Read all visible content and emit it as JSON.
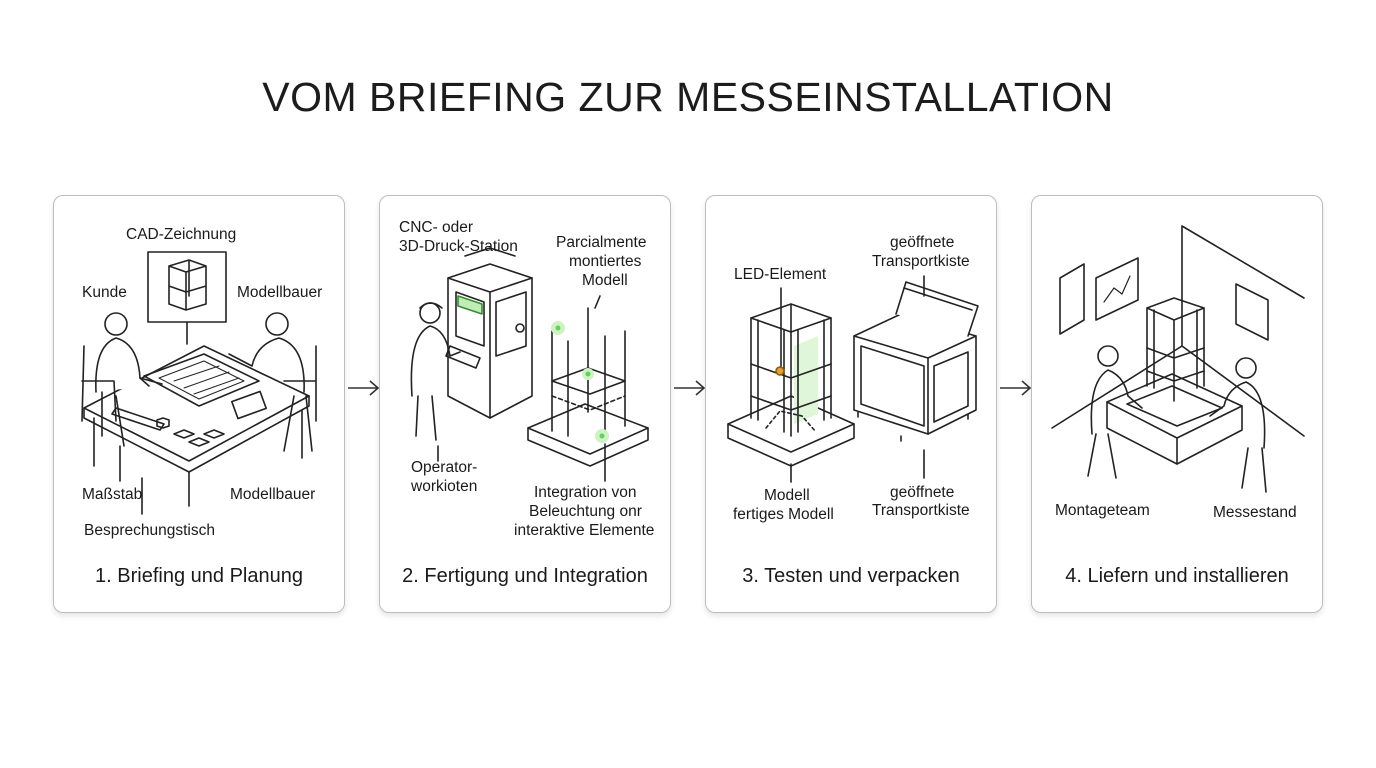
{
  "title": "VOM BRIEFING ZUR MESSEINSTALLATION",
  "accent_color": "#5fd35a",
  "panels": [
    {
      "caption": "1. Briefing und Planung",
      "labels": {
        "cad": "CAD-Zeichnung",
        "kunde": "Kunde",
        "modellbauer_top": "Modellbauer",
        "massstab": "Maßstab",
        "modellbauer_bottom": "Modellbauer",
        "tisch": "Besprechungstisch"
      }
    },
    {
      "caption": "2. Fertigung und Integration",
      "labels": {
        "station_1": "CNC- oder",
        "station_2": "3D-Druck-Station",
        "partial_1": "Parcialmente",
        "partial_2": "montiertes",
        "partial_3": "Modell",
        "operator_1": "Operator-",
        "operator_2": "workioten",
        "integration_1": "Integration von",
        "integration_2": "Beleuchtung onr",
        "integration_3": "interaktive Elemente"
      }
    },
    {
      "caption": "3. Testen und verpacken",
      "labels": {
        "led": "LED-Element",
        "box_top_1": "geöffnete",
        "box_top_2": "Transportkiste",
        "modell_1": "Modell",
        "modell_2": "fertiges Modell",
        "box_bottom_1": "geöffnete",
        "box_bottom_2": "Transportkiste"
      }
    },
    {
      "caption": "4. Liefern und installieren",
      "labels": {
        "team": "Montageteam",
        "stand": "Messestand"
      }
    }
  ]
}
